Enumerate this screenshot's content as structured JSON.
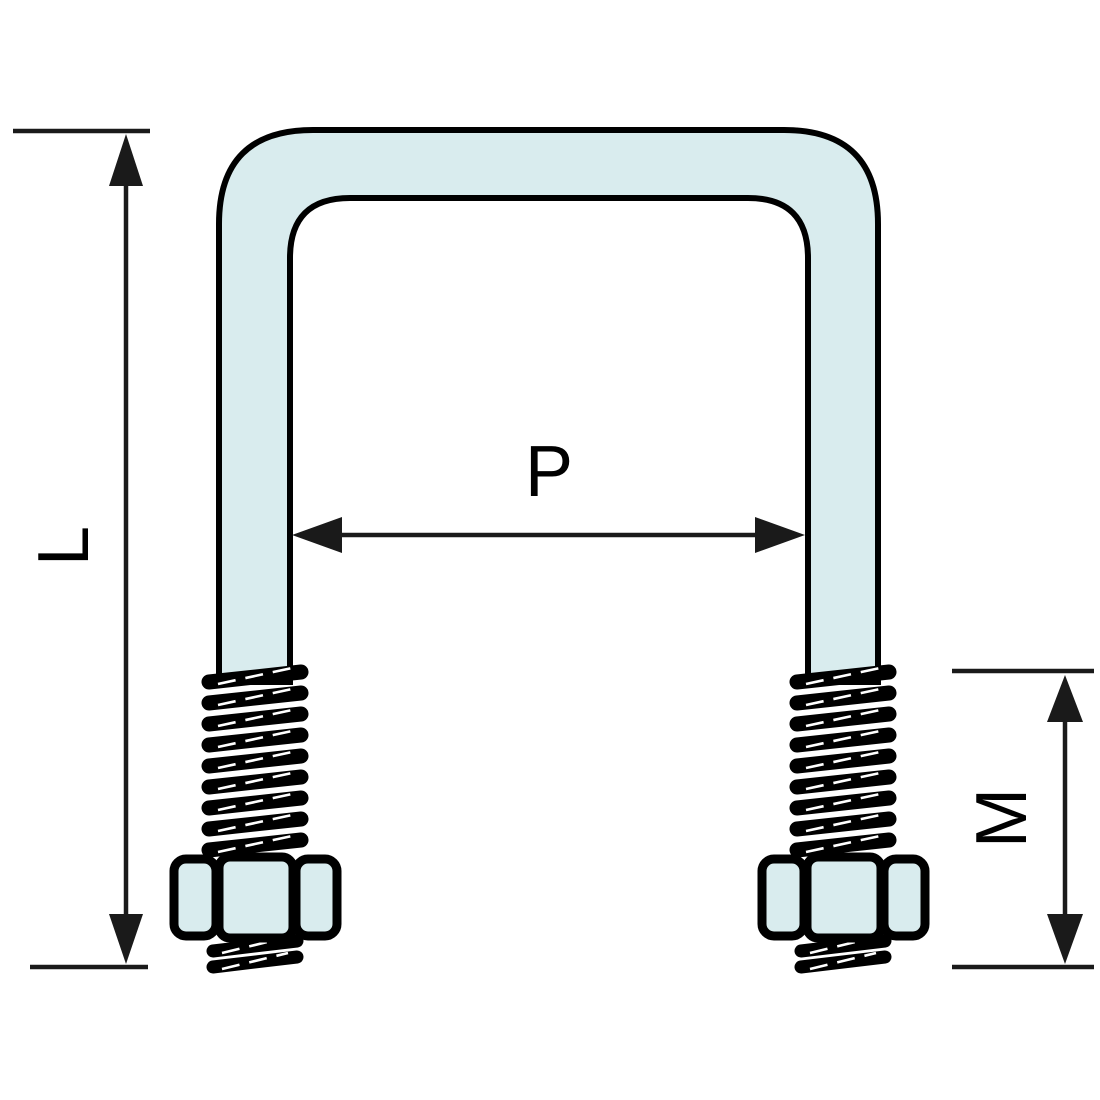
{
  "diagram": {
    "dimension_labels": {
      "overall_length": "L",
      "inside_width": "P",
      "thread_length": "M"
    },
    "colors": {
      "bolt_fill": "#d9ecee",
      "outline": "#000000",
      "dimension_line": "#1a1a1a",
      "background": "#ffffff"
    }
  }
}
